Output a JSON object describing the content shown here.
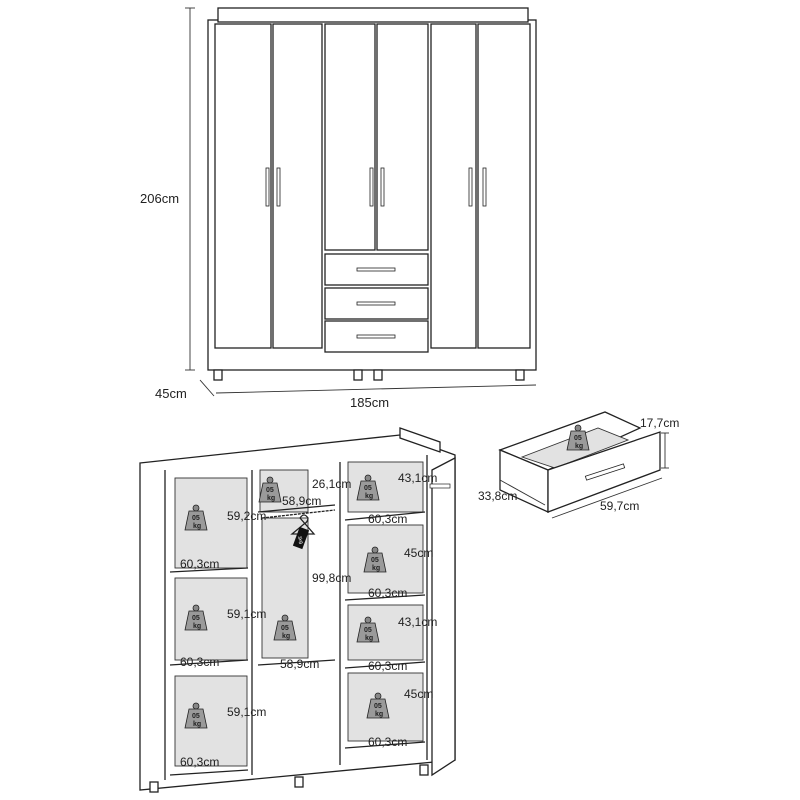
{
  "closed_view": {
    "height_label": "206cm",
    "depth_label": "45cm",
    "width_label": "185cm"
  },
  "drawer": {
    "height_label": "17,7cm",
    "depth_label": "33,8cm",
    "width_label": "59,7cm"
  },
  "open_view": {
    "left_top_height": "59,2cm",
    "left_mid_height": "59,1cm",
    "left_bot_height": "59,1cm",
    "left_width_1": "60,3cm",
    "left_width_2": "60,3cm",
    "left_width_3": "60,3cm",
    "center_top_width": "58,9cm",
    "center_top_height": "26,1cm",
    "center_hang_height": "99,8cm",
    "center_bottom_width": "58,9cm",
    "right_h1": "43,1cm",
    "right_h2": "45cm",
    "right_h3": "43,1cm",
    "right_h4": "45cm",
    "right_w1": "60,3cm",
    "right_w2": "60,3cm",
    "right_w3": "60,3cm",
    "right_w4": "60,3cm"
  },
  "weight_icon": {
    "value": "05",
    "unit": "kg"
  },
  "hanger_tag": "3kg"
}
